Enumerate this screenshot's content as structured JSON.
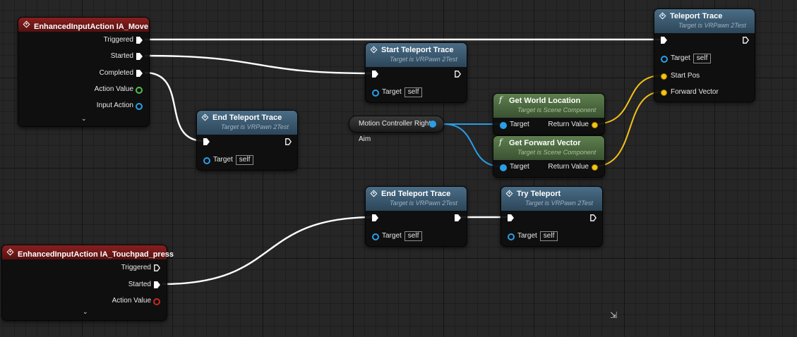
{
  "nodes": {
    "ia_move": {
      "title": "EnhancedInputAction IA_Move",
      "pins": [
        "Triggered",
        "Started",
        "Completed",
        "Action Value",
        "Input Action"
      ]
    },
    "ia_touchpad": {
      "title": "EnhancedInputAction IA_Touchpad_press",
      "pins": [
        "Triggered",
        "Started",
        "Action Value"
      ]
    },
    "end_trace_1": {
      "title": "End Teleport Trace",
      "subtitle": "Target is VRPawn 2Test",
      "target_label": "Target",
      "target_value": "self"
    },
    "start_trace": {
      "title": "Start Teleport Trace",
      "subtitle": "Target is VRPawn 2Test",
      "target_label": "Target",
      "target_value": "self"
    },
    "teleport_trace": {
      "title": "Teleport Trace",
      "subtitle": "Target is VRPawn 2Test",
      "target_label": "Target",
      "target_value": "self",
      "start_pos": "Start Pos",
      "forward_vector": "Forward Vector"
    },
    "get_world_location": {
      "title": "Get World Location",
      "subtitle": "Target is Scene Component",
      "target_label": "Target",
      "return_label": "Return Value"
    },
    "get_forward_vector": {
      "title": "Get Forward Vector",
      "subtitle": "Target is Scene Component",
      "target_label": "Target",
      "return_label": "Return Value"
    },
    "end_trace_2": {
      "title": "End Teleport Trace",
      "subtitle": "Target is VRPawn 2Test",
      "target_label": "Target",
      "target_value": "self"
    },
    "try_teleport": {
      "title": "Try Teleport",
      "subtitle": "Target is VRPawn 2Test",
      "target_label": "Target",
      "target_value": "self"
    }
  },
  "variable_getter": {
    "label": "Motion Controller Right Aim"
  },
  "icons": {
    "event": "event-diamond-icon",
    "function": "function-f-icon",
    "expand": "chevron-down-icon",
    "resize": "resize-grip-icon"
  },
  "colors": {
    "exec_wire": "#ffffff",
    "object_pin": "#2a9ee6",
    "vector_pin": "#f5c218",
    "event_header": "#8a1f1f",
    "function_header": "#2c4659",
    "pure_header": "#5e7f4e",
    "action_value_pin": "#4fc24a",
    "action_value_pin_alt": "#c8281c"
  }
}
